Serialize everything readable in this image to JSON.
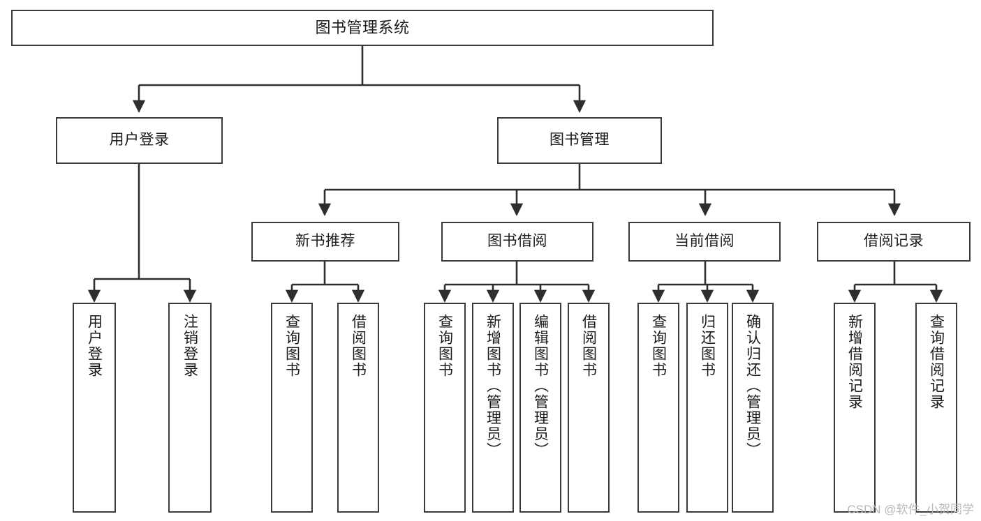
{
  "diagram": {
    "title": "图书管理系统",
    "type": "tree-hierarchy",
    "watermark": "CSDN @软件_小贺同学",
    "colors": {
      "background": "#ffffff",
      "box_border": "#3a3a3a",
      "box_fill": "#ffffff",
      "edge": "#2e2e2e",
      "text": "#1a1a1a",
      "watermark": "#b9b9b9"
    },
    "nodes": {
      "root": {
        "label": "图书管理系统"
      },
      "level2": [
        {
          "label": "用户登录"
        },
        {
          "label": "图书管理"
        }
      ],
      "level3": [
        {
          "label": "新书推荐"
        },
        {
          "label": "图书借阅"
        },
        {
          "label": "当前借阅"
        },
        {
          "label": "借阅记录"
        }
      ],
      "leaves": {
        "user_login": [
          {
            "label": "用户登录"
          },
          {
            "label": "注销登录"
          }
        ],
        "new_book_recommend": [
          {
            "label": "查询图书"
          },
          {
            "label": "借阅图书"
          }
        ],
        "book_borrow": [
          {
            "label": "查询图书"
          },
          {
            "label": "新增图书（管理员）"
          },
          {
            "label": "编辑图书（管理员）"
          },
          {
            "label": "借阅图书"
          }
        ],
        "current_borrow": [
          {
            "label": "查询图书"
          },
          {
            "label": "归还图书"
          },
          {
            "label": "确认归还（管理员）"
          }
        ],
        "borrow_records": [
          {
            "label": "新增借阅记录"
          },
          {
            "label": "查询借阅记录"
          }
        ]
      }
    }
  }
}
